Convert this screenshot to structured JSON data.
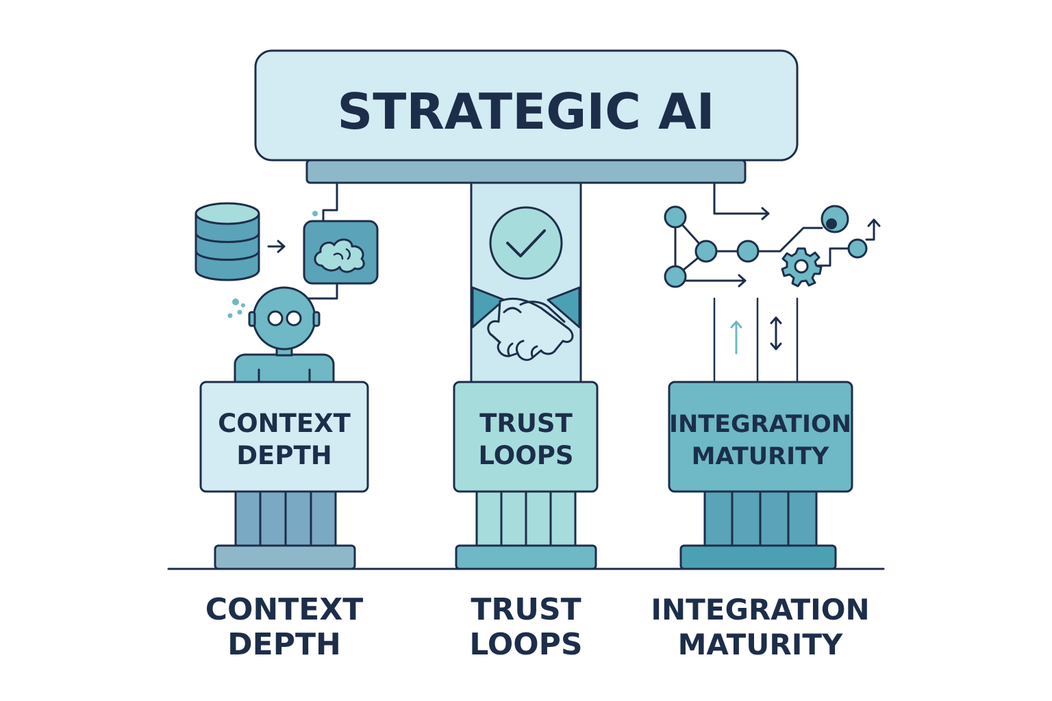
{
  "title": "STRATEGIC AI",
  "pillars": [
    {
      "id": "context-depth",
      "sign_lines": [
        "CONTEXT",
        "DEPTH"
      ],
      "caption_lines": [
        "CONTEXT",
        "DEPTH"
      ],
      "icons": [
        "database-icon",
        "cloud-brain-icon",
        "robot-icon"
      ]
    },
    {
      "id": "trust-loops",
      "sign_lines": [
        "TRUST",
        "LOOPS"
      ],
      "caption_lines": [
        "TRUST",
        "LOOPS"
      ],
      "icons": [
        "check-circle-icon",
        "handshake-icon"
      ]
    },
    {
      "id": "integration-maturity",
      "sign_lines": [
        "INTEGRATION",
        "MATURITY"
      ],
      "caption_lines": [
        "INTEGRATION",
        "MATURITY"
      ],
      "icons": [
        "network-nodes-icon",
        "gear-icon",
        "up-arrow-icon",
        "bidirectional-arrow-icon"
      ]
    }
  ],
  "colors": {
    "outline": "#1c2e4a",
    "title_fill": "#d3ebf2",
    "beam_fill": "#8fb7ca",
    "pale_fill": "#cce8f0",
    "teal_light": "#a7dcdc",
    "teal_mid": "#6fb8c6",
    "teal_dark": "#4ba1b3",
    "blue_gray": "#7aa9c4"
  }
}
